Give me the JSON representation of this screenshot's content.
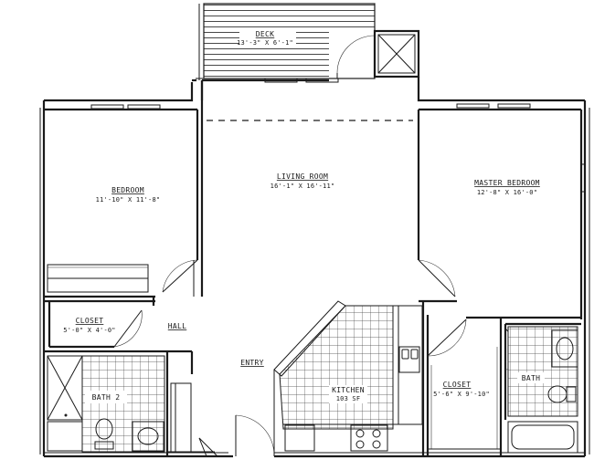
{
  "rooms": {
    "deck": {
      "name": "DECK",
      "dims": "13'-3\" X 6'-1\""
    },
    "living_room": {
      "name": "LIVING ROOM",
      "dims": "16'-1\" X 16'-11\""
    },
    "bedroom": {
      "name": "BEDROOM",
      "dims": "11'-10\" X 11'-8\""
    },
    "master_bedroom": {
      "name": "MASTER BEDROOM",
      "dims": "12'-8\" X 16'-0\""
    },
    "closet_left": {
      "name": "CLOSET",
      "dims": "5'-0\" X 4'-0\""
    },
    "hall": {
      "name": "HALL"
    },
    "entry": {
      "name": "ENTRY"
    },
    "bath_2": {
      "name": "BATH 2"
    },
    "kitchen": {
      "name": "KITCHEN",
      "area": "103 SF"
    },
    "closet_master": {
      "name": "CLOSET",
      "dims": "5'-6\" X 9'-10\""
    },
    "bath": {
      "name": "BATH"
    }
  }
}
